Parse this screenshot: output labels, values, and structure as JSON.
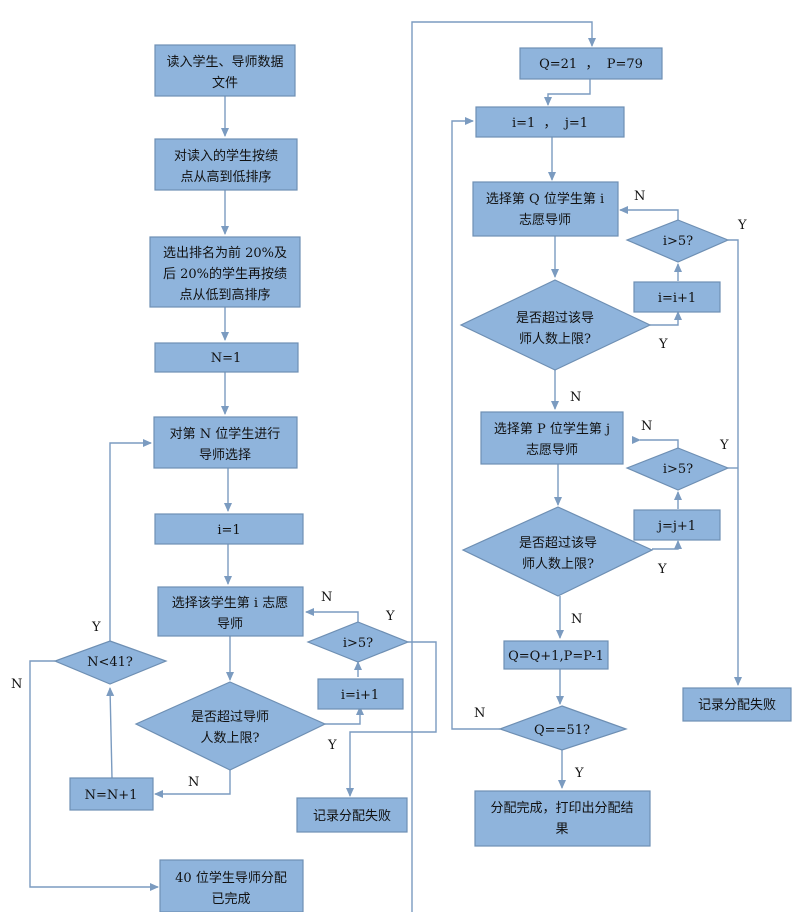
{
  "nodes": {
    "read_files": [
      "读入学生、导师数据",
      "文件"
    ],
    "sort_gpa": [
      "对读入的学生按绩",
      "点从高到低排序"
    ],
    "select_rank": [
      "选出排名为前 20%及",
      "后 20%的学生再按绩",
      "点从低到高排序"
    ],
    "n_init": "N=1",
    "nth_student": [
      "对第 N 位学生进行",
      "导师选择"
    ],
    "i_init_left": "i=1",
    "choose_ith": [
      "选择该学生第 i 志愿",
      "导师"
    ],
    "check_limit_left": [
      "是否超过导师",
      "人数上限?"
    ],
    "i_gt5_left": "i>5?",
    "i_inc_left": "i=i+1",
    "fail_left": "记录分配失败",
    "n_lt41": "N<41?",
    "n_inc": "N=N+1",
    "done_40": [
      "40 位学生导师分配",
      "已完成"
    ],
    "qp_init": "Q=21  ，  P=79",
    "ij_init": "i=1  ，  j=1",
    "choose_q": [
      "选择第 Q 位学生第 i",
      "志愿导师"
    ],
    "i_gt5_q": "i>5?",
    "i_inc_q": "i=i+1",
    "check_limit_q": [
      "是否超过该导",
      "师人数上限?"
    ],
    "choose_p": [
      "选择第 P 位学生第 j",
      "志愿导师"
    ],
    "i_gt5_p": "i>5?",
    "j_inc": "j=j+1",
    "check_limit_p": [
      "是否超过该导",
      "师人数上限?"
    ],
    "qp_update": "Q=Q+1,P=P-1",
    "q_eq51": "Q==51?",
    "finish": [
      "分配完成，打印出分配结",
      "果"
    ],
    "fail_right": "记录分配失败"
  },
  "labels": {
    "y": "Y",
    "n": "N"
  }
}
